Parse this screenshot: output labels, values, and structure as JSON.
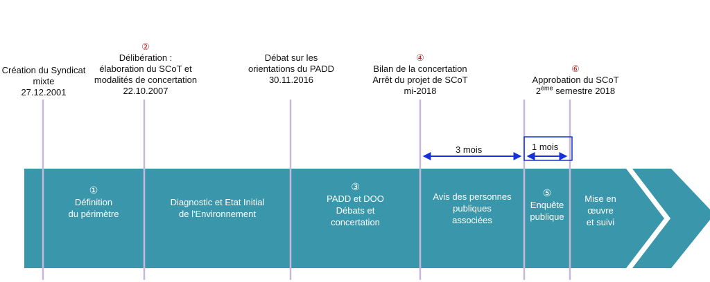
{
  "colors": {
    "band": "#3a96ab",
    "band_light": "#3f9db2",
    "milestone_line": "#c7b8d8",
    "arrow": "#1432d8",
    "marker_number": "#b22222"
  },
  "milestones": [
    {
      "number": "",
      "lines": [
        "Création du Syndicat",
        "mixte",
        "27.12.2001"
      ]
    },
    {
      "number": "②",
      "lines": [
        "Délibération :",
        "élaboration du SCoT et",
        "modalités de concertation",
        "22.10.2007"
      ]
    },
    {
      "number": "",
      "lines": [
        "Débat sur les",
        "orientations du PADD",
        "30.11.2016"
      ]
    },
    {
      "number": "④",
      "lines": [
        "Bilan de la concertation",
        "Arrêt du projet de SCoT",
        "mi-2018"
      ]
    },
    {
      "number": "⑥",
      "lines": [
        "Approbation du SCoT"
      ],
      "last_line_pre": "2",
      "last_line_sup": "ème",
      "last_line_post": " semestre 2018"
    }
  ],
  "phases": [
    {
      "number": "①",
      "lines": [
        "Définition",
        "du périmètre"
      ]
    },
    {
      "number": "",
      "lines": [
        "Diagnostic et Etat Initial",
        "de l'Environnement"
      ]
    },
    {
      "number": "③",
      "lines": [
        "PADD et DOO",
        "Débats et",
        "concertation"
      ]
    },
    {
      "number": "",
      "lines": [
        "Avis des personnes",
        "publiques",
        "associées"
      ]
    },
    {
      "number": "⑤",
      "lines": [
        "Enquête",
        "publique"
      ]
    },
    {
      "number": "",
      "lines": [
        "Mise en",
        "œuvre",
        "et suivi"
      ]
    }
  ],
  "durations": [
    {
      "label": "3 mois"
    },
    {
      "label": "1 mois"
    }
  ]
}
